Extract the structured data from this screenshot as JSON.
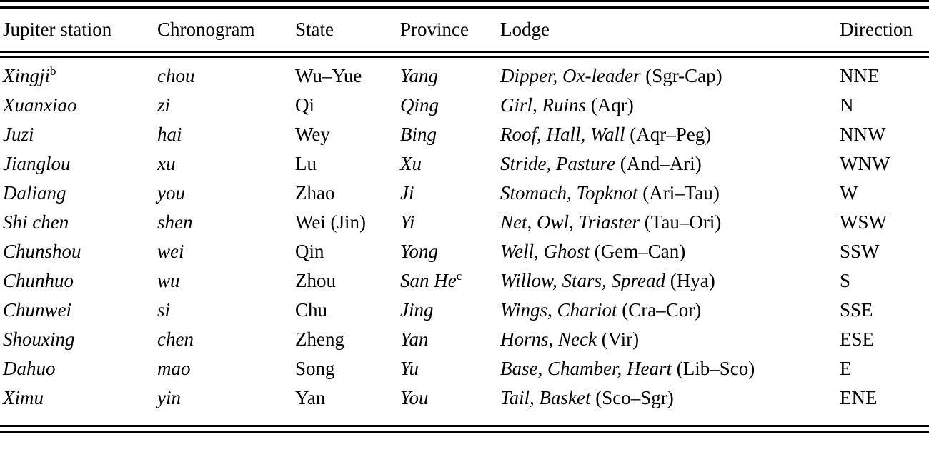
{
  "table": {
    "columns": [
      {
        "key": "station",
        "label": "Jupiter station"
      },
      {
        "key": "chronogram",
        "label": "Chronogram"
      },
      {
        "key": "state",
        "label": "State"
      },
      {
        "key": "province",
        "label": "Province"
      },
      {
        "key": "lodge",
        "label": "Lodge"
      },
      {
        "key": "direction",
        "label": "Direction"
      }
    ],
    "rows": [
      {
        "station": "Xingji",
        "station_note": "b",
        "chronogram": "chou",
        "state": "Wu–Yue",
        "province": "Yang",
        "province_note": "",
        "lodge_names": "Dipper, Ox-leader",
        "lodge_abbr": "(Sgr-Cap)",
        "direction": "NNE"
      },
      {
        "station": "Xuanxiao",
        "station_note": "",
        "chronogram": "zi",
        "state": "Qi",
        "province": "Qing",
        "province_note": "",
        "lodge_names": "Girl, Ruins",
        "lodge_abbr": "(Aqr)",
        "direction": "N"
      },
      {
        "station": "Juzi",
        "station_note": "",
        "chronogram": "hai",
        "state": "Wey",
        "province": "Bing",
        "province_note": "",
        "lodge_names": "Roof, Hall, Wall",
        "lodge_abbr": "(Aqr–Peg)",
        "direction": "NNW"
      },
      {
        "station": "Jianglou",
        "station_note": "",
        "chronogram": "xu",
        "state": "Lu",
        "province": "Xu",
        "province_note": "",
        "lodge_names": "Stride, Pasture",
        "lodge_abbr": "(And–Ari)",
        "direction": "WNW"
      },
      {
        "station": "Daliang",
        "station_note": "",
        "chronogram": "you",
        "state": "Zhao",
        "province": "Ji",
        "province_note": "",
        "lodge_names": "Stomach, Topknot",
        "lodge_abbr": "(Ari–Tau)",
        "direction": "W"
      },
      {
        "station": "Shi chen",
        "station_note": "",
        "chronogram": "shen",
        "state": "Wei (Jin)",
        "province": "Yi",
        "province_note": "",
        "lodge_names": "Net, Owl, Triaster",
        "lodge_abbr": "(Tau–Ori)",
        "direction": "WSW"
      },
      {
        "station": "Chunshou",
        "station_note": "",
        "chronogram": "wei",
        "state": "Qin",
        "province": "Yong",
        "province_note": "",
        "lodge_names": "Well, Ghost",
        "lodge_abbr": "(Gem–Can)",
        "direction": "SSW"
      },
      {
        "station": "Chunhuo",
        "station_note": "",
        "chronogram": "wu",
        "state": "Zhou",
        "province": "San He",
        "province_note": "c",
        "lodge_names": "Willow, Stars, Spread",
        "lodge_abbr": "(Hya)",
        "direction": "S"
      },
      {
        "station": "Chunwei",
        "station_note": "",
        "chronogram": "si",
        "state": "Chu",
        "province": "Jing",
        "province_note": "",
        "lodge_names": "Wings, Chariot",
        "lodge_abbr": "(Cra–Cor)",
        "direction": "SSE"
      },
      {
        "station": "Shouxing",
        "station_note": "",
        "chronogram": "chen",
        "state": "Zheng",
        "province": "Yan",
        "province_note": "",
        "lodge_names": "Horns, Neck",
        "lodge_abbr": "(Vir)",
        "direction": "ESE"
      },
      {
        "station": "Dahuo",
        "station_note": "",
        "chronogram": "mao",
        "state": "Song",
        "province": "Yu",
        "province_note": "",
        "lodge_names": "Base, Chamber, Heart",
        "lodge_abbr": "(Lib–Sco)",
        "direction": "E"
      },
      {
        "station": "Ximu",
        "station_note": "",
        "chronogram": "yin",
        "state": "Yan",
        "province": "You",
        "province_note": "",
        "lodge_names": "Tail, Basket",
        "lodge_abbr": "(Sco–Sgr)",
        "direction": "ENE"
      }
    ]
  }
}
